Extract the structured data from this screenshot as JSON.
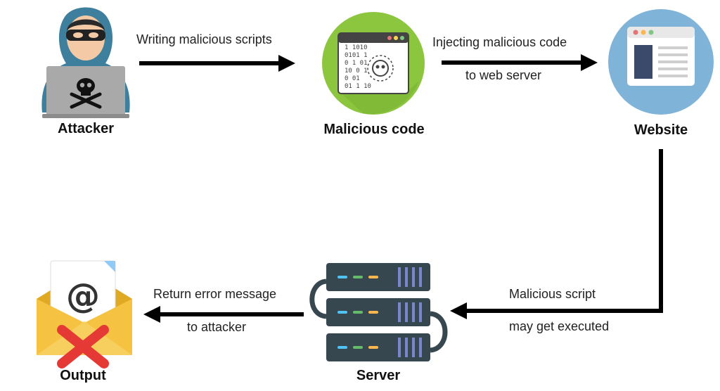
{
  "nodes": {
    "attacker": {
      "label": "Attacker"
    },
    "malicious_code": {
      "label": "Malicious code",
      "binary_lines": [
        "1  1010",
        "0101   1",
        "0  1 01",
        "10  0  1",
        "0   01",
        "01  1  10"
      ]
    },
    "website": {
      "label": "Website"
    },
    "server": {
      "label": "Server"
    },
    "output": {
      "label": "Output"
    }
  },
  "edges": {
    "attacker_to_code": {
      "line1": "Writing malicious scripts"
    },
    "code_to_website": {
      "line1": "Injecting malicious code",
      "line2": "to web server"
    },
    "website_to_server": {
      "line1": "Malicious script",
      "line2": "may get executed"
    },
    "server_to_output": {
      "line1": "Return error message",
      "line2": "to attacker"
    }
  },
  "colors": {
    "arrow": "#000000",
    "green_circle": "#8cc63f",
    "blue_circle": "#7fb3d8",
    "hoodie": "#3d7f9c",
    "laptop": "#a9a9a9",
    "server_unit": "#37474f",
    "envelope": "#f5c242",
    "red_x": "#e53935"
  },
  "icons": [
    "attacker-icon",
    "skull-icon",
    "malicious-code-icon",
    "website-icon",
    "server-icon",
    "email-envelope-icon",
    "at-sign-icon",
    "red-x-icon"
  ]
}
